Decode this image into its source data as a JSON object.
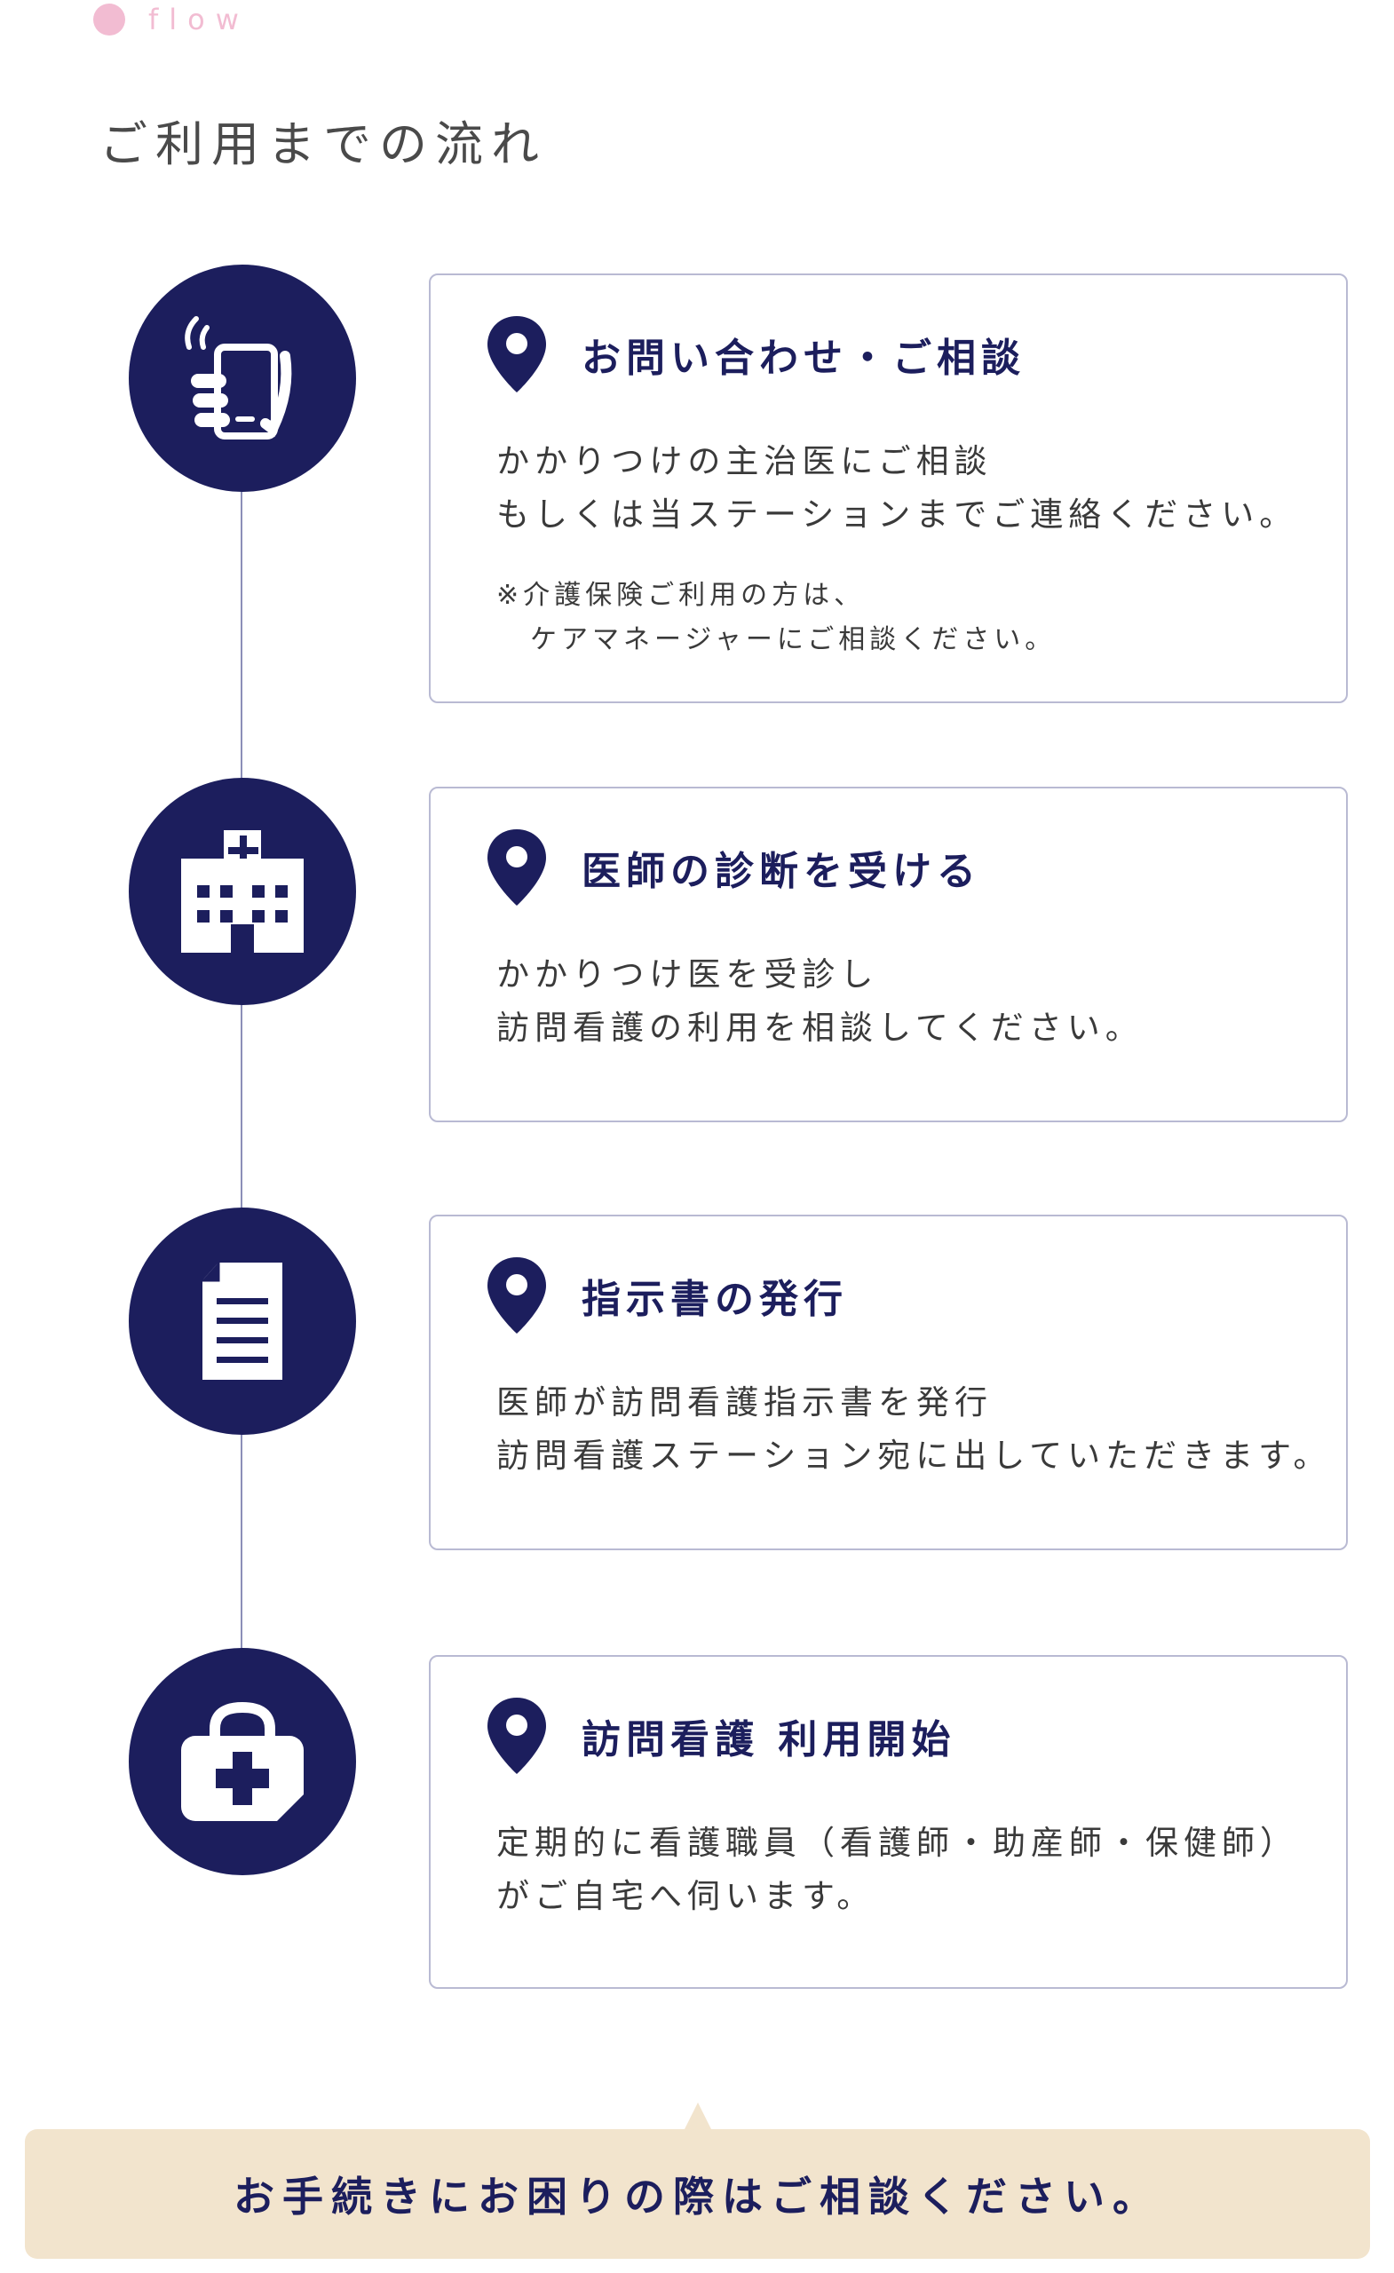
{
  "header": {
    "label": "flow",
    "title": "ご利用までの流れ"
  },
  "steps": [
    {
      "icon": "phone-in-hand-icon",
      "title": "お問い合わせ・ご相談",
      "body": [
        "かかりつけの主治医にご相談",
        "もしくは当ステーションまでご連絡ください。"
      ],
      "note": [
        "※介護保険ご利用の方は、",
        "ケアマネージャーにご相談ください。"
      ]
    },
    {
      "icon": "hospital-icon",
      "title": "医師の診断を受ける",
      "body": [
        "かかりつけ医を受診し",
        "訪問看護の利用を相談してください。"
      ]
    },
    {
      "icon": "document-icon",
      "title": "指示書の発行",
      "body": [
        "医師が訪問看護指示書を発行",
        "訪問看護ステーション宛に出していただきます。"
      ]
    },
    {
      "icon": "medical-kit-icon",
      "title": "訪問看護 利用開始",
      "body": [
        "定期的に看護職員（看護師・助産師・保健師）",
        "がご自宅へ伺います。"
      ]
    }
  ],
  "footer": {
    "message": "お手続きにお困りの際はご相談ください。"
  },
  "colors": {
    "navy": "#1c1e5d",
    "pink": "#f2bcd2",
    "beige": "#f2e4cd",
    "card_border": "#b9bad3"
  }
}
